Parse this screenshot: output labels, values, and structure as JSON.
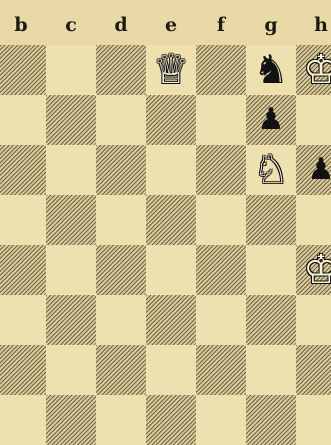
{
  "board": {
    "files": [
      "b",
      "c",
      "d",
      "e",
      "f",
      "g",
      "h"
    ],
    "pieces": [
      {
        "name": "white-queen-e",
        "glyph": "♕",
        "color": "white"
      },
      {
        "name": "black-knight-g",
        "glyph": "♞",
        "color": "black"
      },
      {
        "name": "white-king-h",
        "glyph": "♔",
        "color": "white"
      },
      {
        "name": "black-pawn-g",
        "glyph": "♟",
        "color": "black"
      },
      {
        "name": "white-knight-g",
        "glyph": "♘",
        "color": "white"
      },
      {
        "name": "black-pawn-h",
        "glyph": "♟",
        "color": "black"
      },
      {
        "name": "white-king-h-lower",
        "glyph": "♔",
        "color": "white"
      }
    ]
  }
}
